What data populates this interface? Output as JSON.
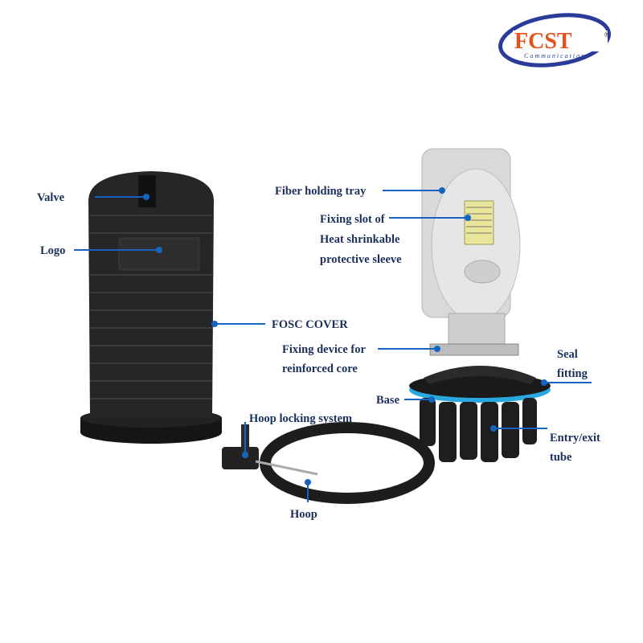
{
  "logo": {
    "brand": "FCST",
    "sub": "Communication",
    "registered": "®",
    "colors": {
      "brand": "#e8501a",
      "swoosh": "#2a3b9a"
    }
  },
  "labels": {
    "valve": "Valve",
    "logo": "Logo",
    "fosc_cover": "FOSC COVER",
    "fiber_tray": "Fiber holding tray",
    "fixing_slot_1": "Fixing slot of",
    "fixing_slot_2": "Heat  shrinkable",
    "fixing_slot_3": "protective sleeve",
    "fixing_device_1": "Fixing device for",
    "fixing_device_2": "reinforced core",
    "seal_1": "Seal",
    "seal_2": "fitting",
    "base": "Base",
    "entry_1": "Entry/exit",
    "entry_2": "tube",
    "hoop_lock": "Hoop locking system",
    "hoop": "Hoop"
  },
  "colors": {
    "leader": "#1565c0",
    "label": "#1a2f5a",
    "seal_ring": "#29a8e0"
  }
}
